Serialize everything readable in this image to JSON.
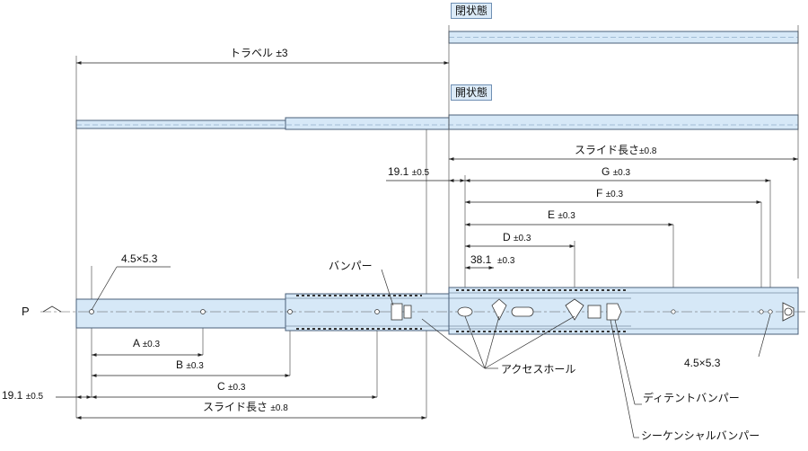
{
  "labels": {
    "open_state_top": "閉状態",
    "open_state_mid": "開状態",
    "travel": "トラベル ±3",
    "slide_length_top": "スライド長さ",
    "slide_length_top_tol": "±0.8",
    "offset_top": "19.1",
    "offset_top_tol": "±0.5",
    "g": "G",
    "g_tol": "±0.3",
    "f": "F",
    "f_tol": "±0.3",
    "e": "E",
    "e_tol": "±0.3",
    "d": "D",
    "d_tol": "±0.3",
    "dim_38": "38.1",
    "dim_38_tol": "±0.3",
    "hole_left": "4.5×5.3",
    "bumper": "バンパー",
    "p": "P",
    "a": "A",
    "a_tol": "±0.3",
    "b": "B",
    "b_tol": "±0.3",
    "c": "C",
    "c_tol": "±0.3",
    "offset_bottom": "19.1",
    "offset_bottom_tol": "±0.5",
    "slide_length_bottom": "スライド長さ",
    "slide_length_bottom_tol": "±0.8",
    "access_hole": "アクセスホール",
    "hole_right": "4.5×5.3",
    "detent_bumper": "ディテントバンパー",
    "sequential_bumper": "シーケンシャルバンパー"
  },
  "colors": {
    "rail_fill": "#d6e8f7",
    "rail_stroke": "#4a5f78",
    "state_box": "#dcebf8",
    "line": "#222222"
  }
}
